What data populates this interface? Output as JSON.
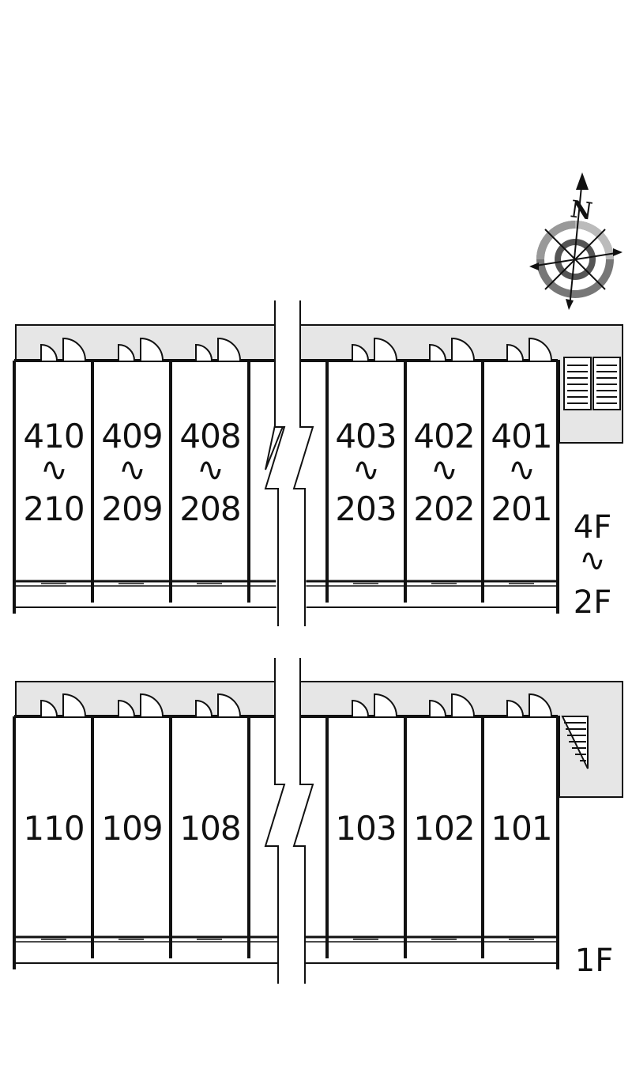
{
  "compass": {
    "label": "N"
  },
  "upper_block": {
    "floor_top": "4F",
    "floor_range_glyph": "∿",
    "floor_bottom": "2F",
    "units": [
      {
        "top": "410",
        "bottom": "210"
      },
      {
        "top": "409",
        "bottom": "209"
      },
      {
        "top": "408",
        "bottom": "208"
      },
      {
        "top": "403",
        "bottom": "203"
      },
      {
        "top": "402",
        "bottom": "202"
      },
      {
        "top": "401",
        "bottom": "201"
      }
    ]
  },
  "lower_block": {
    "floor": "1F",
    "units": [
      {
        "number": "110"
      },
      {
        "number": "109"
      },
      {
        "number": "108"
      },
      {
        "number": "103"
      },
      {
        "number": "102"
      },
      {
        "number": "101"
      }
    ]
  },
  "colors": {
    "corridor": "#e6e6e6",
    "line": "#111111",
    "background": "#ffffff"
  }
}
